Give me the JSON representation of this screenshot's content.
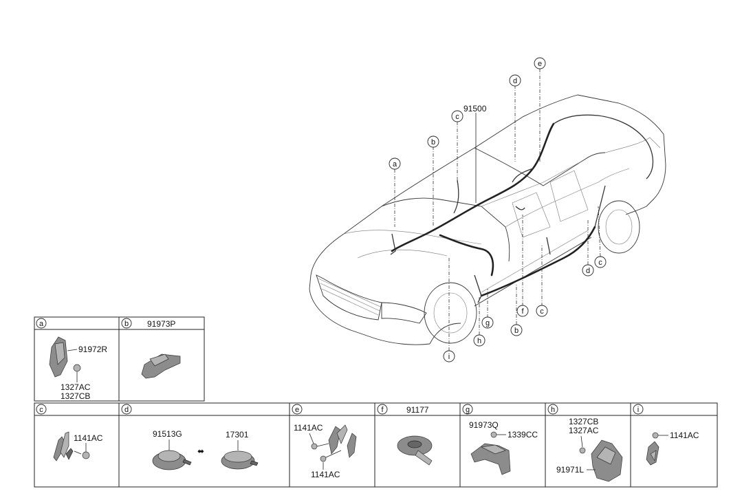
{
  "main_label": "91500",
  "callout_letters": [
    "a",
    "b",
    "c",
    "d",
    "e",
    "f",
    "g",
    "h",
    "i"
  ],
  "panels": {
    "a": {
      "letter": "a",
      "parts": [
        "91972R",
        "1327AC",
        "1327CB"
      ]
    },
    "b": {
      "letter": "b",
      "title": "91973P"
    },
    "c": {
      "letter": "c",
      "parts": [
        "1141AC"
      ]
    },
    "d": {
      "letter": "d",
      "parts": [
        "91513G",
        "17301"
      ]
    },
    "e": {
      "letter": "e",
      "parts": [
        "1141AC",
        "1141AC"
      ]
    },
    "f": {
      "letter": "f",
      "title": "91177"
    },
    "g": {
      "letter": "g",
      "parts": [
        "91973Q",
        "1339CC"
      ]
    },
    "h": {
      "letter": "h",
      "parts": [
        "1327CB",
        "1327AC",
        "91971L"
      ]
    },
    "i": {
      "letter": "i",
      "parts": [
        "1141AC"
      ]
    }
  },
  "icons": [
    "double-arrow-icon"
  ]
}
